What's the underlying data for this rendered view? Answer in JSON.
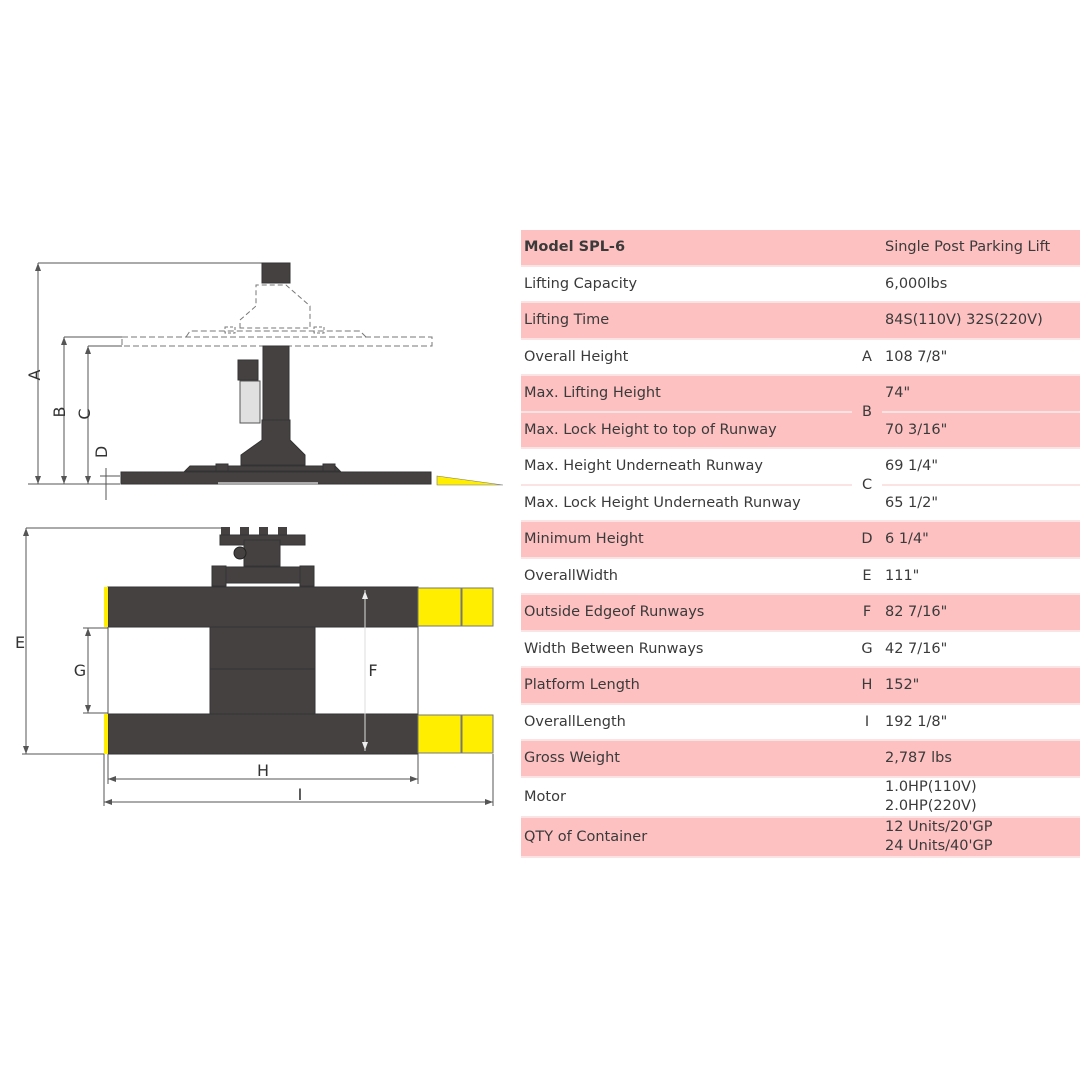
{
  "spec_table": {
    "header": {
      "label": "Model SPL-6",
      "code": "",
      "value": "Single Post Parking Lift"
    },
    "rows": [
      {
        "label": "Lifting Capacity",
        "code": "",
        "value": "6,000lbs"
      },
      {
        "label": "Lifting Time",
        "code": "",
        "value": "84S(110V)  32S(220V)"
      },
      {
        "label": "Overall Height",
        "code": "A",
        "value": "108 7/8\""
      },
      {
        "label": "Max. Lifting Height",
        "code": "B",
        "value": "74\""
      },
      {
        "label": "Max. Lock Height to top of Runway",
        "code": "B",
        "value": "70 3/16\""
      },
      {
        "label": "Max. Height Underneath Runway",
        "code": "C",
        "value": "69 1/4\""
      },
      {
        "label": "Max. Lock Height Underneath Runway",
        "code": "C",
        "value": "65 1/2\""
      },
      {
        "label": "Minimum Height",
        "code": "D",
        "value": "6 1/4\""
      },
      {
        "label": "OverallWidth",
        "code": "E",
        "value": "111\""
      },
      {
        "label": "Outside Edgeof Runways",
        "code": "F",
        "value": "82 7/16\""
      },
      {
        "label": "Width Between Runways",
        "code": "G",
        "value": "42 7/16\""
      },
      {
        "label": "Platform Length",
        "code": "H",
        "value": "152\""
      },
      {
        "label": "OverallLength",
        "code": "I",
        "value": "192 1/8\""
      },
      {
        "label": "Gross Weight",
        "code": "",
        "value": "2,787 lbs"
      },
      {
        "label": "Motor",
        "code": "",
        "value_lines": [
          "1.0HP(110V)",
          "2.0HP(220V)"
        ]
      },
      {
        "label": "QTY of Container",
        "code": "",
        "value_lines": [
          "12 Units/20'GP",
          "24 Units/40'GP"
        ]
      }
    ]
  },
  "diagram": {
    "side_view_labels": {
      "a": "A",
      "b": "B",
      "c": "C",
      "d": "D"
    },
    "top_view_labels": {
      "e": "E",
      "f": "F",
      "g": "G",
      "h": "H",
      "i": "I"
    }
  },
  "colors": {
    "row_pink": "#fdc1c1",
    "steel": "#454140",
    "ramp_yellow": "#ffee00",
    "text": "#3a3a3a"
  }
}
